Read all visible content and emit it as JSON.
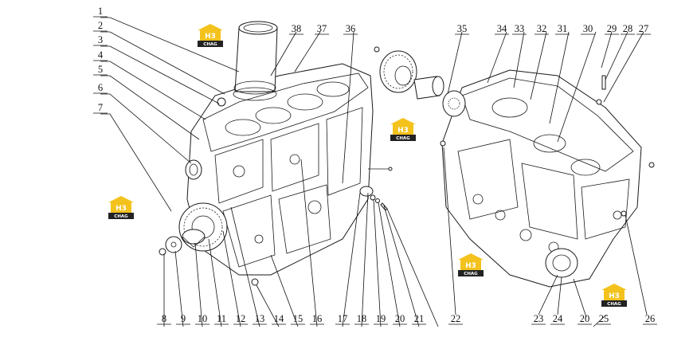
{
  "callouts": [
    "1",
    "2",
    "3",
    "4",
    "5",
    "6",
    "7",
    "8",
    "9",
    "10",
    "11",
    "12",
    "13",
    "14",
    "15",
    "16",
    "17",
    "18",
    "19",
    "20",
    "21",
    "22",
    "23",
    "24",
    "20",
    "25",
    "26",
    "27",
    "28",
    "29",
    "30",
    "31",
    "32",
    "33",
    "34",
    "35",
    "36",
    "37",
    "38"
  ],
  "logo": {
    "text": "H3",
    "sub": "CHAG"
  },
  "colors": {
    "ink": "#111111",
    "logo": "#f3c21c"
  }
}
